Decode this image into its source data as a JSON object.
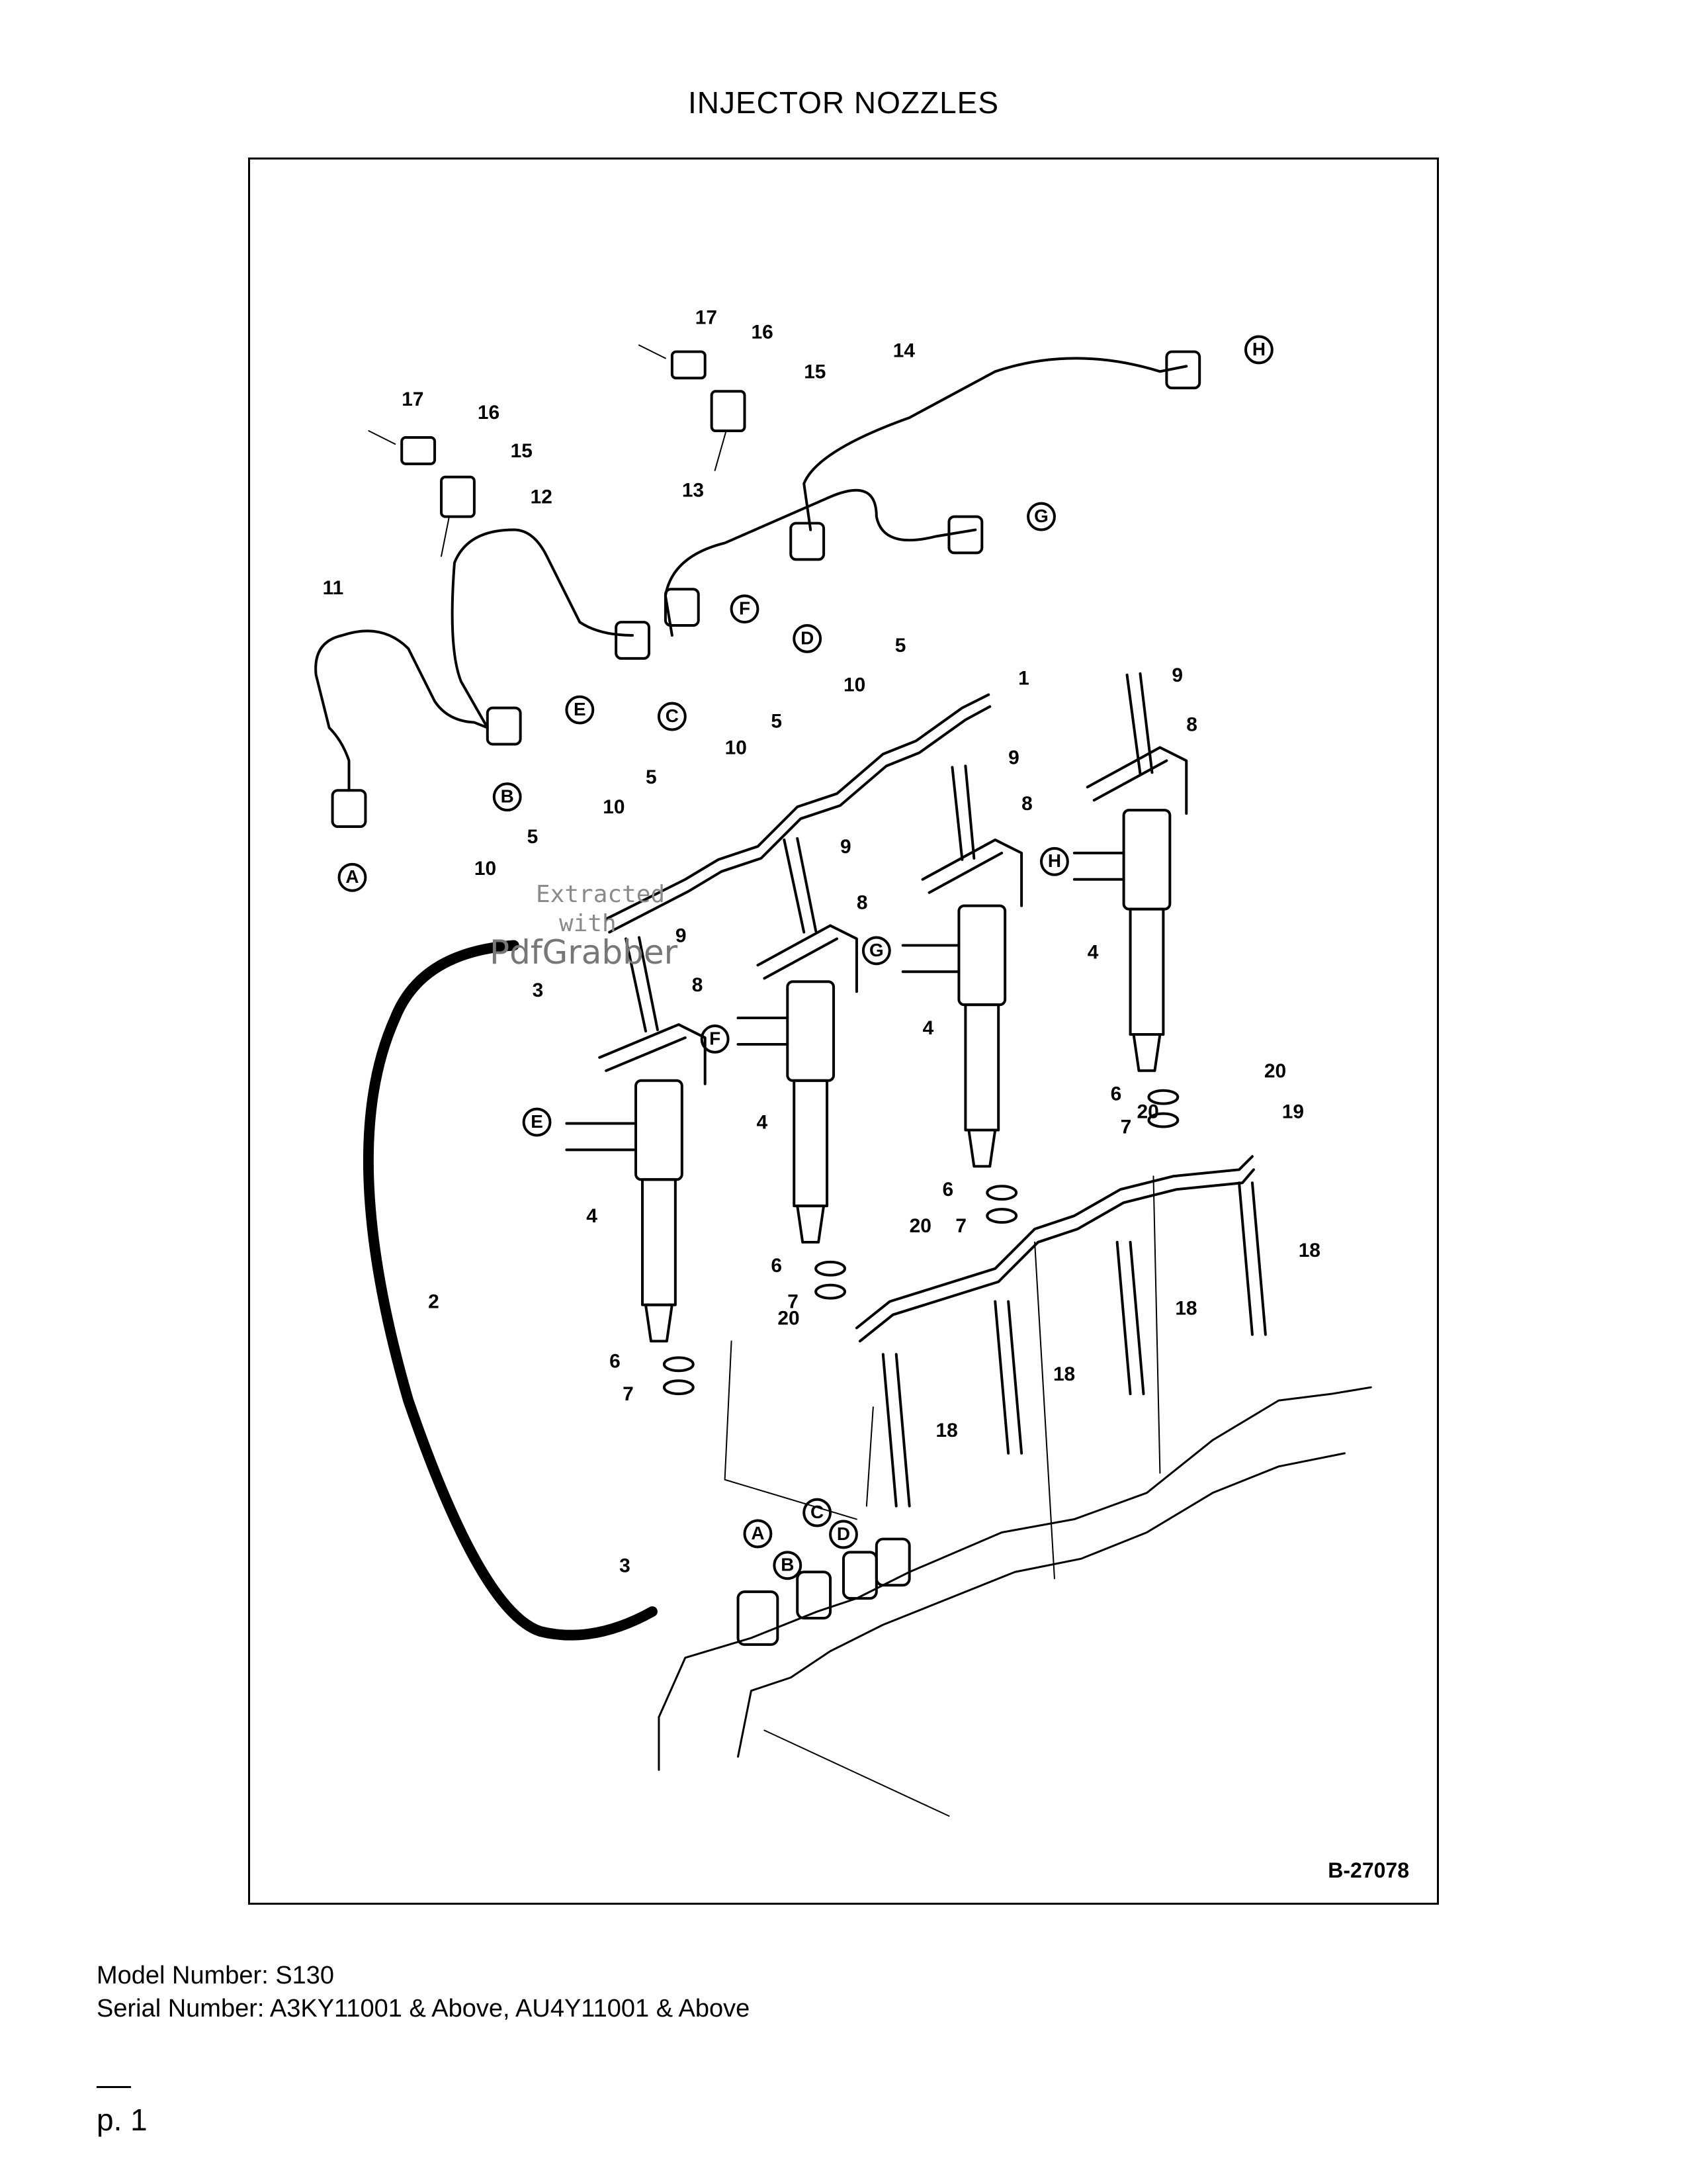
{
  "title": "INJECTOR NOZZLES",
  "figure": {
    "code": "B-27078",
    "callouts": [
      "1",
      "2",
      "3",
      "3",
      "4",
      "4",
      "4",
      "4",
      "5",
      "5",
      "5",
      "5",
      "6",
      "6",
      "6",
      "6",
      "7",
      "7",
      "7",
      "7",
      "8",
      "8",
      "8",
      "8",
      "9",
      "9",
      "9",
      "9",
      "10",
      "10",
      "10",
      "10",
      "11",
      "12",
      "13",
      "14",
      "15",
      "15",
      "16",
      "16",
      "17",
      "17",
      "18",
      "18",
      "18",
      "18",
      "19",
      "20",
      "20",
      "20",
      "20"
    ],
    "circled_letters": [
      "A",
      "B",
      "C",
      "D",
      "E",
      "F",
      "G",
      "H"
    ]
  },
  "watermark": {
    "line1": "Extracted",
    "line2": "with",
    "brand": "PdfGrabber"
  },
  "model_number": "Model Number: S130",
  "serial_number": "Serial Number: A3KY11001 & Above, AU4Y11001 & Above",
  "page_label": "p. 1"
}
